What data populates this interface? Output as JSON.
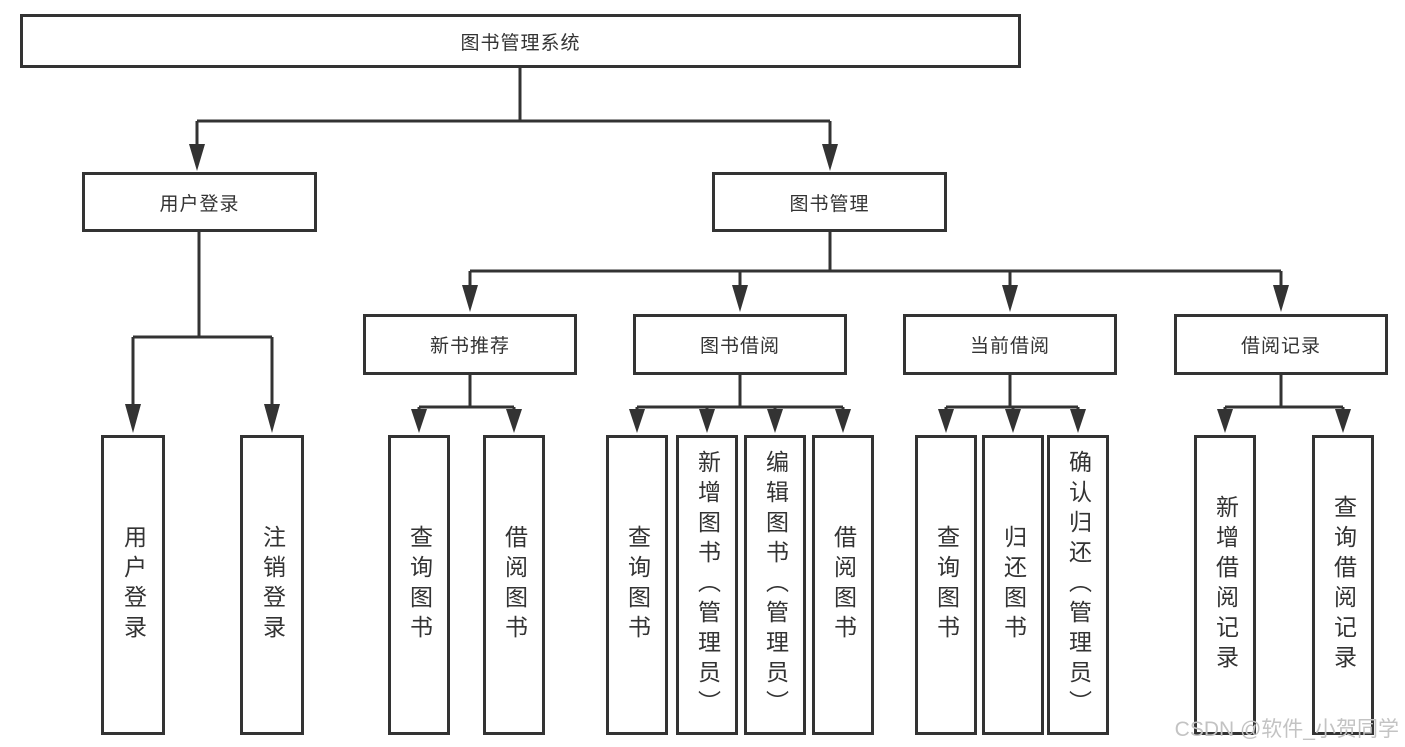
{
  "tree": {
    "label": "图书管理系统",
    "children": [
      {
        "label": "用户登录",
        "children": [
          {
            "label": "用户登录"
          },
          {
            "label": "注销登录"
          }
        ]
      },
      {
        "label": "图书管理",
        "children": [
          {
            "label": "新书推荐",
            "children": [
              {
                "label": "查询图书"
              },
              {
                "label": "借阅图书"
              }
            ]
          },
          {
            "label": "图书借阅",
            "children": [
              {
                "label": "查询图书"
              },
              {
                "label": "新增图书（管理员）"
              },
              {
                "label": "编辑图书（管理员）"
              },
              {
                "label": "借阅图书"
              }
            ]
          },
          {
            "label": "当前借阅",
            "children": [
              {
                "label": "查询图书"
              },
              {
                "label": "归还图书"
              },
              {
                "label": "确认归还（管理员）"
              }
            ]
          },
          {
            "label": "借阅记录",
            "children": [
              {
                "label": "新增借阅记录"
              },
              {
                "label": "查询借阅记录"
              }
            ]
          }
        ]
      }
    ]
  },
  "watermark": {
    "text": "CSDN @软件_小贺同学"
  },
  "colors": {
    "line": "#333333",
    "text": "#333333",
    "box_background": "#ffffff",
    "watermark": "#c3c3c3",
    "page_background": "#ffffff"
  }
}
